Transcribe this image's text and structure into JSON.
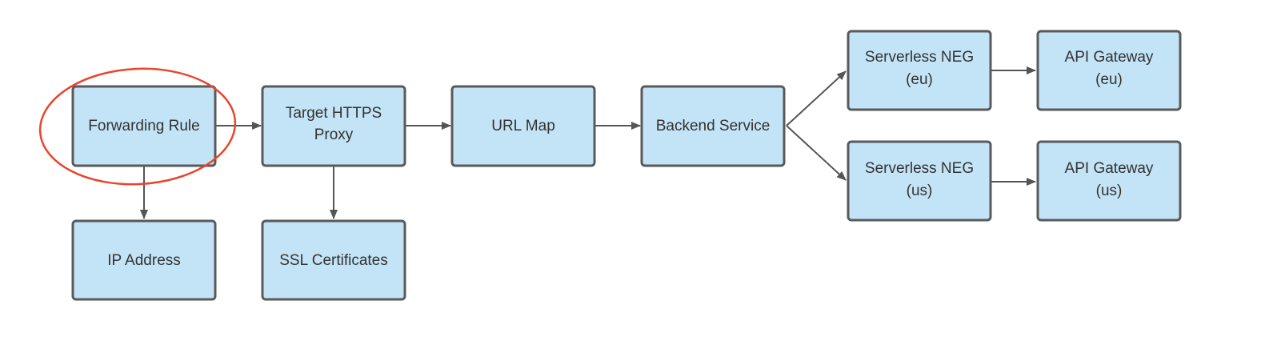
{
  "colors": {
    "node_fill": "#c3e3f6",
    "node_border": "#5a5a5a",
    "edge": "#555555",
    "highlight": "#e8452c",
    "text": "#333333"
  },
  "nodes": {
    "forwarding_rule": {
      "label": "Forwarding Rule"
    },
    "target_proxy": {
      "line1": "Target HTTPS",
      "line2": "Proxy"
    },
    "url_map": {
      "label": "URL Map"
    },
    "backend_service": {
      "label": "Backend Service"
    },
    "neg_eu": {
      "line1": "Serverless NEG",
      "line2": "(eu)"
    },
    "neg_us": {
      "line1": "Serverless NEG",
      "line2": "(us)"
    },
    "gateway_eu": {
      "line1": "API Gateway",
      "line2": "(eu)"
    },
    "gateway_us": {
      "line1": "API Gateway",
      "line2": "(us)"
    },
    "ip_address": {
      "label": "IP Address"
    },
    "ssl_certs": {
      "label": "SSL Certificates"
    }
  },
  "highlighted_node": "forwarding_rule"
}
